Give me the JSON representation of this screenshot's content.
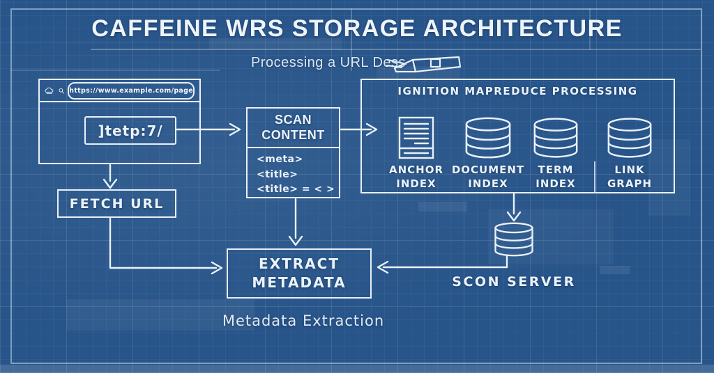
{
  "colors": {
    "background": "#275489",
    "line": "#E8F0F8",
    "text": "#EAF2FA",
    "grid": "rgba(255,255,255,0.07)"
  },
  "header": {
    "title": "CAFFEINE WRS STORAGE ARCHITECTURE",
    "subtitle": "Processing a URL Dess"
  },
  "browser": {
    "url": "https://www.example.com/page",
    "address_label": "]tetp:7/",
    "icons": [
      "cloud-icon",
      "search-icon"
    ]
  },
  "nodes": {
    "fetch_url": {
      "label": "FETCH URL"
    },
    "scan_content": {
      "title": "SCAN CONTENT",
      "lines": [
        "<meta>",
        "<title>",
        "<title> = < >"
      ]
    },
    "ignition": {
      "title": "IGNITION MAPREDUCE PROCESSING",
      "items": [
        {
          "label": "ANCHOR INDEX",
          "icon": "document-icon"
        },
        {
          "label": "DOCUMENT INDEX",
          "icon": "database-icon"
        },
        {
          "label": "TERM INDEX",
          "icon": "database-icon"
        },
        {
          "label": "LINK GRAPH",
          "icon": "database-icon"
        }
      ]
    },
    "extract_metadata": {
      "label": "EXTRACT METADATA"
    },
    "scon_server": {
      "label": "SCON SERVER",
      "icon": "database-icon"
    }
  },
  "footer": {
    "caption": "Metadata Extraction"
  }
}
